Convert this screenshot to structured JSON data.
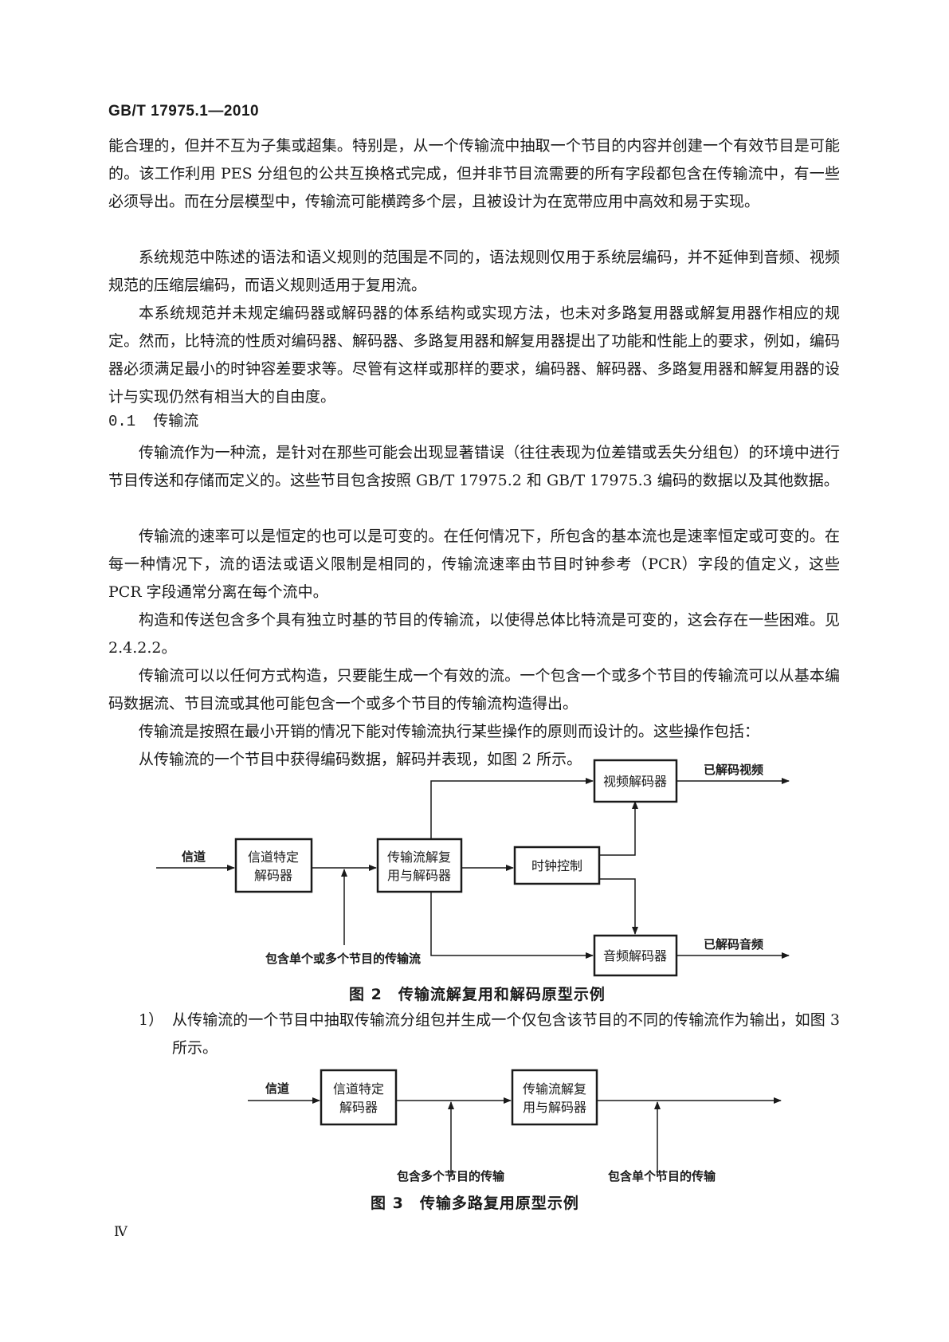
{
  "header": {
    "standard_code": "GB/T 17975.1—2010"
  },
  "intro": {
    "p1": "能合理的，但并不互为子集或超集。特别是，从一个传输流中抽取一个节目的内容并创建一个有效节目是可能的。该工作利用 PES 分组包的公共互换格式完成，但并非节目流需要的所有字段都包含在传输流中，有一些必须导出。而在分层模型中，传输流可能横跨多个层，且被设计为在宽带应用中高效和易于实现。",
    "p2": "系统规范中陈述的语法和语义规则的范围是不同的，语法规则仅用于系统层编码，并不延伸到音频、视频规范的压缩层编码，而语义规则适用于复用流。",
    "p3": "本系统规范并未规定编码器或解码器的体系结构或实现方法，也未对多路复用器或解复用器作相应的规定。然而，比特流的性质对编码器、解码器、多路复用器和解复用器提出了功能和性能上的要求，例如，编码器必须满足最小的时钟容差要求等。尽管有这样或那样的要求，编码器、解码器、多路复用器和解复用器的设计与实现仍然有相当大的自由度。"
  },
  "section": {
    "number": "0.1",
    "title": "传输流",
    "p1": "传输流作为一种流，是针对在那些可能会出现显著错误（往往表现为位差错或丢失分组包）的环境中进行节目传送和存储而定义的。这些节目包含按照 GB/T 17975.2 和 GB/T 17975.3 编码的数据以及其他数据。",
    "p2": "传输流的速率可以是恒定的也可以是可变的。在任何情况下，所包含的基本流也是速率恒定或可变的。在每一种情况下，流的语法或语义限制是相同的，传输流速率由节目时钟参考（PCR）字段的值定义，这些 PCR 字段通常分离在每个流中。",
    "p3": "构造和传送包含多个具有独立时基的节目的传输流，以使得总体比特流是可变的，这会存在一些困难。见 2.4.2.2。",
    "p4": "传输流可以以任何方式构造，只要能生成一个有效的流。一个包含一个或多个节目的传输流可以从基本编码数据流、节目流或其他可能包含一个或多个节目的传输流构造得出。",
    "p5": "传输流是按照在最小开销的情况下能对传输流执行某些操作的原则而设计的。这些操作包括：",
    "p6": "从传输流的一个节目中获得编码数据，解码并表现，如图 2 所示。"
  },
  "figure2": {
    "caption": "图 2　传输流解复用和解码原型示例",
    "input_label": "信道",
    "box_channel_line1": "信道特定",
    "box_channel_line2": "解码器",
    "box_demux_line1": "传输流解复",
    "box_demux_line2": "用与解码器",
    "box_clock": "时钟控制",
    "box_video": "视频解码器",
    "box_audio": "音频解码器",
    "out_video": "已解码视频",
    "out_audio": "已解码音频",
    "bottom_label": "包含单个或多个节目的传输流"
  },
  "list": {
    "item1_marker": "1）",
    "item1_text": "从传输流的一个节目中抽取传输流分组包并生成一个仅包含该节目的不同的传输流作为输出，如图 3 所示。"
  },
  "figure3": {
    "caption": "图 3　传输多路复用原型示例",
    "input_label": "信道",
    "box_channel_line1": "信道特定",
    "box_channel_line2": "解码器",
    "box_demux_line1": "传输流解复",
    "box_demux_line2": "用与解码器",
    "label_multi": "包含多个节目的传输",
    "label_single": "包含单个节目的传输"
  },
  "footer": {
    "page_number": "Ⅳ"
  }
}
